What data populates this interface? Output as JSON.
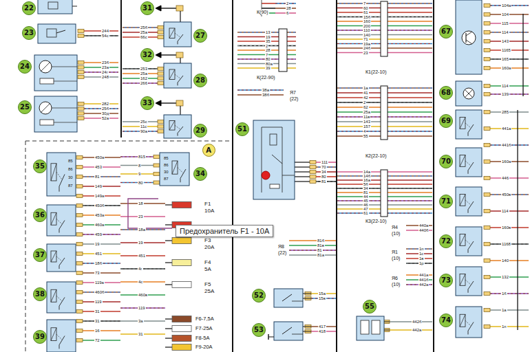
{
  "diagram": {
    "nodes": [
      {
        "text": [
          "22"
        ]
      },
      {
        "text": [
          "23"
        ]
      },
      {
        "text": [
          "24"
        ]
      },
      {
        "text": [
          "25"
        ]
      },
      {
        "text": [
          "31"
        ]
      },
      {
        "text": [
          "27"
        ]
      },
      {
        "text": [
          "32"
        ]
      },
      {
        "text": [
          "28"
        ]
      },
      {
        "text": [
          "33"
        ]
      },
      {
        "text": [
          "29"
        ]
      },
      {
        "text": [
          "A"
        ]
      },
      {
        "text": [
          "35"
        ]
      },
      {
        "text": [
          "34"
        ]
      },
      {
        "text": [
          "36"
        ]
      },
      {
        "text": [
          "37"
        ]
      },
      {
        "text": [
          "38"
        ]
      },
      {
        "text": [
          "39"
        ]
      },
      {
        "text": [
          "Предохранитель F1 - 10A"
        ]
      },
      {
        "text": [
          "51"
        ]
      },
      {
        "text": [
          "52"
        ]
      },
      {
        "text": [
          "53"
        ]
      },
      {
        "text": [
          "55"
        ]
      },
      {
        "text": [
          "67"
        ]
      },
      {
        "text": [
          "68"
        ]
      },
      {
        "text": [
          "69"
        ]
      },
      {
        "text": [
          "70"
        ]
      },
      {
        "text": [
          "71"
        ]
      },
      {
        "text": [
          "72"
        ]
      },
      {
        "text": [
          "73"
        ]
      },
      {
        "text": [
          "74"
        ]
      }
    ],
    "labels": [
      "F1",
      "10A",
      "F3",
      "20A",
      "F4",
      "5A",
      "F5",
      "25A",
      "F6-7,5A",
      "F7-25A",
      "F8-5A",
      "F9-20A",
      "К(90)",
      "К(22-90)",
      "Я7",
      "(22)",
      "Я8",
      "(22)",
      "К1(22-10)",
      "К2(22-10)",
      "К3(22-10)",
      "Я4",
      "(10)",
      "Я1",
      "(10)",
      "Я6",
      "(10)",
      "244",
      "54с",
      "23б",
      "23а",
      "24г",
      "248",
      "282",
      "25б",
      "30д",
      "52а",
      "25б",
      "25а",
      "66с",
      "253",
      "25а",
      "162",
      "266",
      "25с",
      "11с",
      "90а",
      "450а",
      "453",
      "81",
      "149",
      "149а",
      "450б",
      "453а",
      "460а",
      "459",
      "19",
      "451",
      "18б",
      "73",
      "119а",
      "460б",
      "119",
      "31",
      "31",
      "16",
      "72",
      "815",
      "8",
      "9",
      "80",
      "18",
      "23",
      "18а",
      "19",
      "451",
      "4г",
      "4с",
      "460в",
      "119",
      "3а",
      "31",
      "85",
      "86",
      "30",
      "87",
      "85",
      "86",
      "30",
      "87",
      "2",
      "28",
      "6",
      "13",
      "19",
      "35",
      "2",
      "28",
      "7",
      "80",
      "80а",
      "39",
      "38а",
      "38б",
      "111",
      "70",
      "34",
      "80",
      "81",
      "81б",
      "81в",
      "81",
      "81а",
      "15а",
      "15в",
      "417",
      "418",
      "7",
      "60",
      "61",
      "15б",
      "160",
      "200",
      "110",
      "140",
      "71",
      "19а",
      "24б",
      "23",
      "1а",
      "41",
      "42",
      "2",
      "62",
      "25а",
      "11в",
      "143",
      "157",
      "4",
      "55",
      "14а",
      "14б",
      "16а",
      "5б",
      "34",
      "81",
      "44",
      "45",
      "46",
      "47",
      "61",
      "440а",
      "440б",
      "1п",
      "1с",
      "1в",
      "1р",
      "441а",
      "441б",
      "442а",
      "442б",
      "442а",
      "104а",
      "104",
      "115",
      "114",
      "143",
      "1165",
      "165",
      "160а",
      "114",
      "139",
      "285",
      "441а",
      "441б",
      "160а",
      "446",
      "450в",
      "114",
      "160в",
      "1168",
      "140",
      "132",
      "1б",
      "1а",
      "1п"
    ]
  }
}
